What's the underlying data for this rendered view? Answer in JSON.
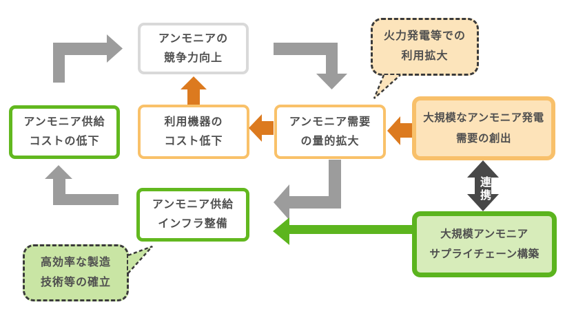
{
  "colors": {
    "gray_arrow": "#9c9c9c",
    "orange_arrow": "#dc7a1f",
    "green_arrow": "#5cb51e",
    "dark_arrow": "#484848",
    "orange_border": "#f9c169",
    "orange_fill": "#fce4bb",
    "green_border": "#62b81f",
    "green_fill": "#d7ecba",
    "bubble_green_fill": "#c9e5a4",
    "gray_border": "#d9d9d9",
    "dashed_border": "#3a3a3a",
    "text": "#4f4f4f"
  },
  "boxes": {
    "competitiveness": {
      "line1": "アンモニアの",
      "line2": "競争力向上"
    },
    "supply_cost": {
      "line1": "アンモニア供給",
      "line2": "コストの低下"
    },
    "equipment_cost": {
      "line1": "利用機器の",
      "line2": "コスト低下"
    },
    "demand_expansion": {
      "line1": "アンモニア需要",
      "line2": "の量的拡大"
    },
    "power_demand": {
      "line1": "大規模なアンモニア発電",
      "line2": "需要の創出"
    },
    "infrastructure": {
      "line1": "アンモニア供給",
      "line2": "インフラ整備"
    },
    "supply_chain": {
      "line1": "大規模アンモニア",
      "line2": "サプライチェーン構築"
    }
  },
  "bubbles": {
    "thermal_power": {
      "line1": "火力発電等での",
      "line2": "利用拡大"
    },
    "manufacturing": {
      "line1": "高効率な製造",
      "line2": "技術等の確立"
    }
  },
  "labels": {
    "cooperation": "連携"
  }
}
